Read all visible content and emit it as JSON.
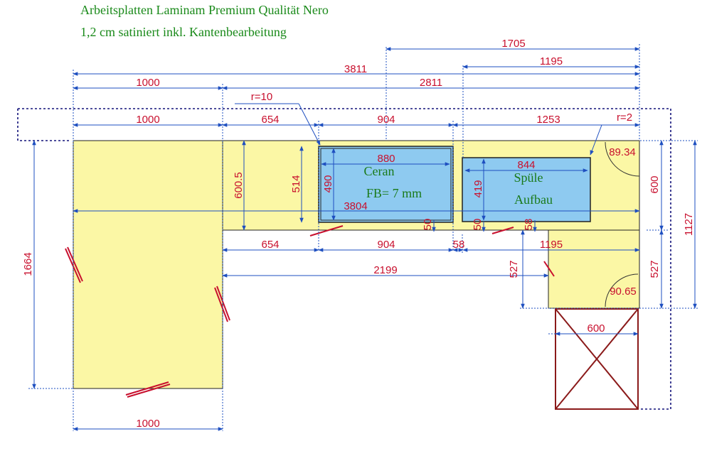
{
  "header": {
    "line1": "Arbeitsplatten Laminam Premium Qualität Nero",
    "line2": "1,2 cm satiniert inkl. Kantenbearbeitung"
  },
  "cutouts": {
    "ceran": {
      "name": "Ceran",
      "note": "FB= 7 mm"
    },
    "sink": {
      "name": "Spüle",
      "note": "Aufbau"
    }
  },
  "radii": {
    "r1": "r=10",
    "r2": "r=2"
  },
  "dimensions": {
    "d1705": "1705",
    "d1195_top": "1195",
    "d3811": "3811",
    "d1000_a": "1000",
    "d2811": "2811",
    "d1000_b": "1000",
    "d654_top": "654",
    "d904_top": "904",
    "d1253": "1253",
    "d880": "880",
    "d844": "844",
    "d490": "490",
    "d419": "419",
    "d600_5": "600.5",
    "d514": "514",
    "d3804": "3804",
    "d50_a": "50",
    "d50_b": "50",
    "d58_top": "58",
    "d654_bot": "654",
    "d904_bot": "904",
    "d58_bot": "58",
    "d1195_bot": "1195",
    "d2199": "2199",
    "d527_left": "527",
    "d527_right": "527",
    "d1664": "1664",
    "d600_right": "600",
    "d1127": "1127",
    "angle1": "89.34",
    "angle2": "90.65",
    "d600_box": "600",
    "d1000_bottom": "1000"
  },
  "colors": {
    "countertop": "#fbf7a5",
    "cutout": "#8ecaf0",
    "dimension_text": "#c8102e",
    "dimension_line": "#1e4fc0",
    "label_text": "#1a7a1a",
    "cabinet": "#8b1a1a"
  }
}
